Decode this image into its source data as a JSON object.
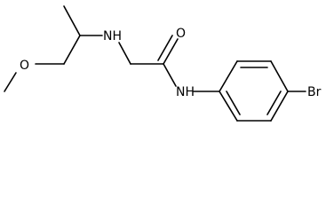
{
  "molecule": {
    "atoms": {
      "nh_amine": "NH",
      "oxygen_carbonyl": "O",
      "oxygen_ether": "O",
      "nh_amide": "NH",
      "bromine": "Br"
    },
    "colors": {
      "bond": "#000000",
      "label": "#000000",
      "background": "#ffffff"
    }
  }
}
